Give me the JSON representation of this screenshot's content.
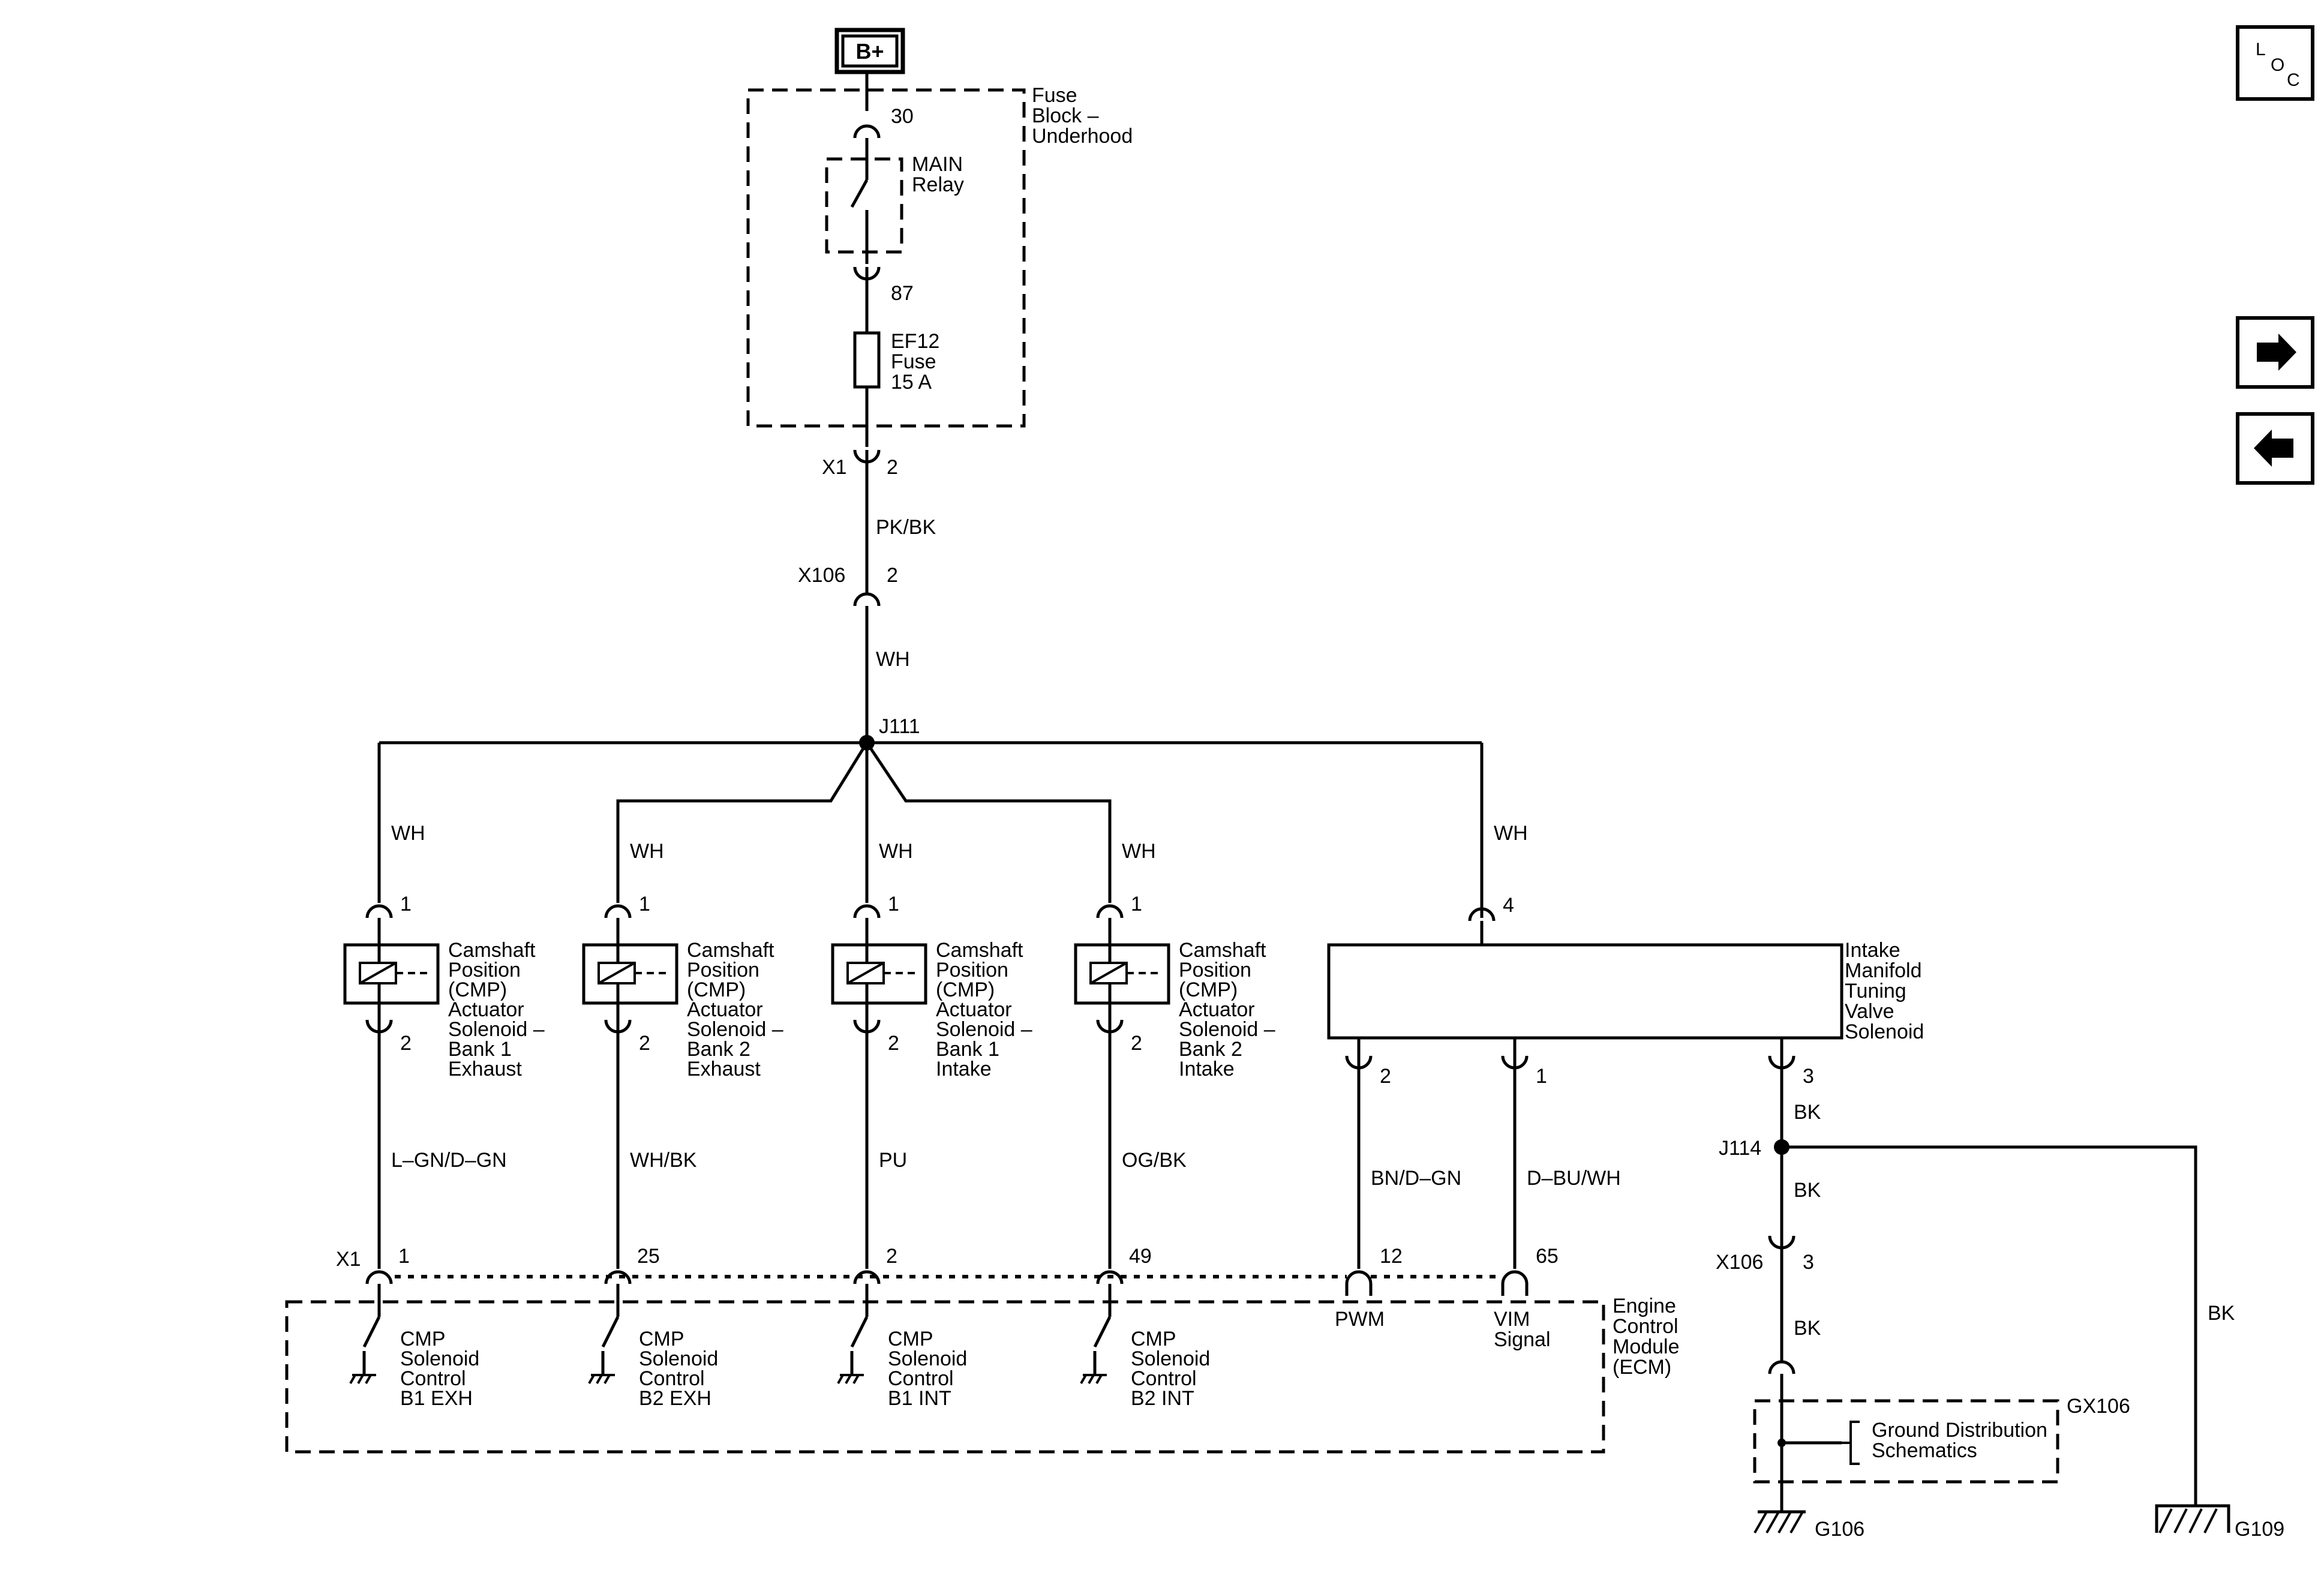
{
  "supply": {
    "label": "B+"
  },
  "nav": {
    "loc": [
      "L",
      "O",
      "C"
    ],
    "next_icon": "arrow-right-icon",
    "prev_icon": "arrow-left-icon"
  },
  "fuse_block": {
    "name": [
      "Fuse",
      "Block –",
      "Underhood"
    ],
    "relay": [
      "MAIN",
      "Relay"
    ],
    "relay_pin_in": "30",
    "relay_pin_out": "87",
    "fuse": [
      "EF12",
      "Fuse",
      "15 A"
    ]
  },
  "feed": {
    "x1": "X1",
    "x1_pin": "2",
    "wire1": "PK/BK",
    "x106": "X106",
    "x106_pin": "2",
    "wire2": "WH",
    "splice": "J111"
  },
  "cmp_solenoids": [
    {
      "wire_top": "WH",
      "pin_top": "1",
      "pin_bot": "2",
      "label": [
        "Camshaft",
        "Position",
        "(CMP)",
        "Actuator",
        "Solenoid –",
        "Bank 1",
        "Exhaust"
      ],
      "wire_bot": "L–GN/D–GN",
      "ecm_pin": "1",
      "ecm_label": [
        "CMP",
        "Solenoid",
        "Control",
        "B1 EXH"
      ]
    },
    {
      "wire_top": "WH",
      "pin_top": "1",
      "pin_bot": "2",
      "label": [
        "Camshaft",
        "Position",
        "(CMP)",
        "Actuator",
        "Solenoid –",
        "Bank 2",
        "Exhaust"
      ],
      "wire_bot": "WH/BK",
      "ecm_pin": "25",
      "ecm_label": [
        "CMP",
        "Solenoid",
        "Control",
        "B2 EXH"
      ]
    },
    {
      "wire_top": "WH",
      "pin_top": "1",
      "pin_bot": "2",
      "label": [
        "Camshaft",
        "Position",
        "(CMP)",
        "Actuator",
        "Solenoid –",
        "Bank 1",
        "Intake"
      ],
      "wire_bot": "PU",
      "ecm_pin": "2",
      "ecm_label": [
        "CMP",
        "Solenoid",
        "Control",
        "B1 INT"
      ]
    },
    {
      "wire_top": "WH",
      "pin_top": "1",
      "pin_bot": "2",
      "label": [
        "Camshaft",
        "Position",
        "(CMP)",
        "Actuator",
        "Solenoid –",
        "Bank 2",
        "Intake"
      ],
      "wire_bot": "OG/BK",
      "ecm_pin": "49",
      "ecm_label": [
        "CMP",
        "Solenoid",
        "Control",
        "B2 INT"
      ]
    }
  ],
  "ecm_connector": "X1",
  "imtv": {
    "label": [
      "Intake",
      "Manifold",
      "Tuning",
      "Valve",
      "Solenoid"
    ],
    "wire_top": "WH",
    "pin_feed": "4",
    "pin_pwm": "2",
    "wire_pwm": "BN/D–GN",
    "ecm_pin_pwm": "12",
    "pwm_label": "PWM",
    "pin_vim": "1",
    "wire_vim": "D–BU/WH",
    "ecm_pin_vim": "65",
    "vim_label": [
      "VIM",
      "Signal"
    ],
    "pin_gnd": "3"
  },
  "ecm": {
    "label": [
      "Engine",
      "Control",
      "Module",
      "(ECM)"
    ]
  },
  "ground": {
    "wire1": "BK",
    "splice": "J114",
    "wire2": "BK",
    "x106": "X106",
    "x106_pin": "3",
    "wire3": "BK",
    "dist_label": [
      "Ground Distribution",
      "Schematics"
    ],
    "dist_ref": "GX106",
    "g106": "G106",
    "g109": "G109",
    "wire_g109": "BK"
  }
}
